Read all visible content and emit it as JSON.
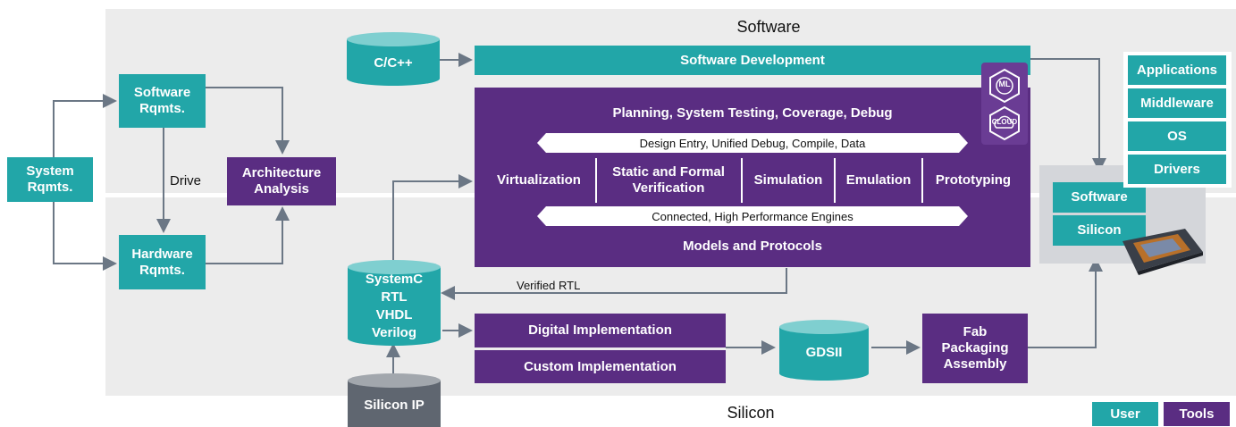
{
  "regions": {
    "software": "Software",
    "silicon": "Silicon"
  },
  "requirements": {
    "system": "System Rqmts.",
    "software": "Software Rqmts.",
    "hardware": "Hardware Rqmts.",
    "drive_label": "Drive",
    "architecture": "Architecture Analysis"
  },
  "sources": {
    "c_cpp": "C/C++",
    "hdl_lines": [
      "SystemC",
      "RTL",
      "VHDL",
      "Verilog"
    ],
    "silicon_ip": "Silicon IP",
    "gdsii": "GDSII"
  },
  "tools": {
    "software_development": "Software Development",
    "planning": "Planning, System Testing, Coverage, Debug",
    "design_entry_band": "Design Entry, Unified Debug, Compile, Data",
    "engines": [
      "Virtualization",
      "Static and Formal Verification",
      "Simulation",
      "Emulation",
      "Prototyping"
    ],
    "engines_band": "Connected, High Performance Engines",
    "models": "Models and Protocols",
    "verified_rtl": "Verified RTL",
    "digital_impl": "Digital Implementation",
    "custom_impl": "Custom Implementation",
    "fab": "Fab Packaging Assembly",
    "badges": [
      "ML",
      "CLOUD"
    ]
  },
  "stack": [
    "Applications",
    "Middleware",
    "OS",
    "Drivers"
  ],
  "product": {
    "software": "Software",
    "silicon": "Silicon"
  },
  "legend": {
    "user": "User",
    "tools": "Tools"
  },
  "colors": {
    "user": "#22a6a8",
    "tools": "#5a2d82",
    "cylinder_gray": "#5f6670",
    "panel": "#ececec"
  }
}
